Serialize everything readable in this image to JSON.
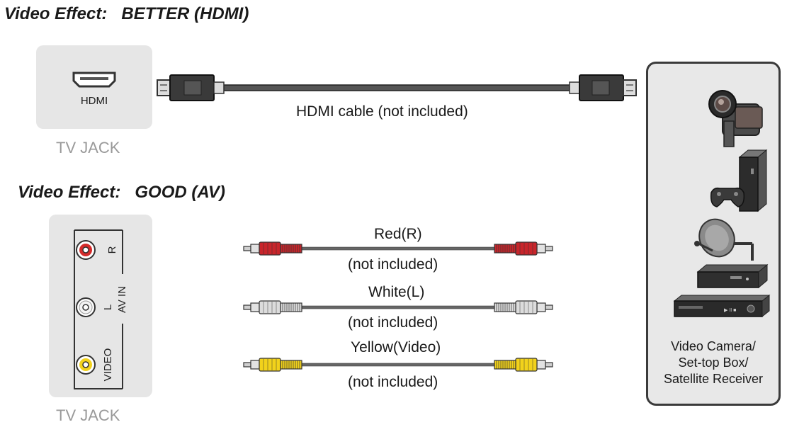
{
  "hdmi_section": {
    "heading": "Video Effect:   BETTER (HDMI)",
    "jack_label": "HDMI",
    "jack_caption": "TV JACK",
    "cable_label": "HDMI cable (not included)"
  },
  "av_section": {
    "heading": "Video Effect:   GOOD (AV)",
    "jack_caption": "TV JACK",
    "panel_labels": {
      "r": "R",
      "l": "L",
      "video": "VIDEO",
      "av_in": "AV IN"
    },
    "cables": [
      {
        "name": "Red(R)",
        "note": "(not included)",
        "color": "#c8252b"
      },
      {
        "name": "White(L)",
        "note": "(not included)",
        "color": "#dcdcdc"
      },
      {
        "name": "Yellow(Video)",
        "note": "(not included)",
        "color": "#f2d21b"
      }
    ]
  },
  "devices": {
    "label_lines": [
      "Video Camera/",
      "Set-top Box/",
      "Satellite Receiver"
    ],
    "icons": [
      "video-camera-icon",
      "game-console-icon",
      "satellite-dish-icon",
      "set-top-box-icon",
      "dvd-player-icon"
    ]
  }
}
